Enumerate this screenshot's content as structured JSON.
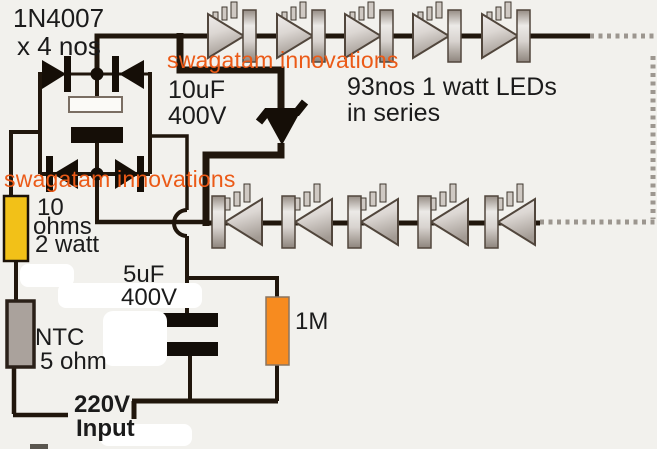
{
  "colors": {
    "background": "#f2f1ed",
    "wire_dark": "#20160c",
    "watermark_orange": "#eb5a17",
    "series_resistor_yellow": "#f2c118",
    "bleeder_resistor_orange": "#f78b1f",
    "ntc_body_gray": "#aaa29c",
    "led_body_gray": "#d9d4cf",
    "dotted_wire_gray": "#9c968f",
    "text_dark": "#1b1b1b"
  },
  "labels": {
    "diode_bridge": {
      "line1": "1N4007",
      "line2": "x 4 nos"
    },
    "watermark_top": "swagatam innovations",
    "watermark_bottom": "swagatam innovations",
    "filter_capacitor": {
      "line1": "10uF",
      "line2": "400V"
    },
    "led_string": {
      "line1": "93nos 1 watt LEDs",
      "line2": "in series"
    },
    "series_resistor": {
      "line1": "10",
      "line2": "ohms",
      "line3": "2 watt"
    },
    "dropper_capacitor": {
      "line1": "5uF",
      "line2": "400V"
    },
    "ntc_thermistor": {
      "line1": "NTC",
      "line2": "5 ohm"
    },
    "bleeder_resistor": "1M",
    "mains_input": {
      "line1": "220V",
      "line2": "Input"
    }
  }
}
